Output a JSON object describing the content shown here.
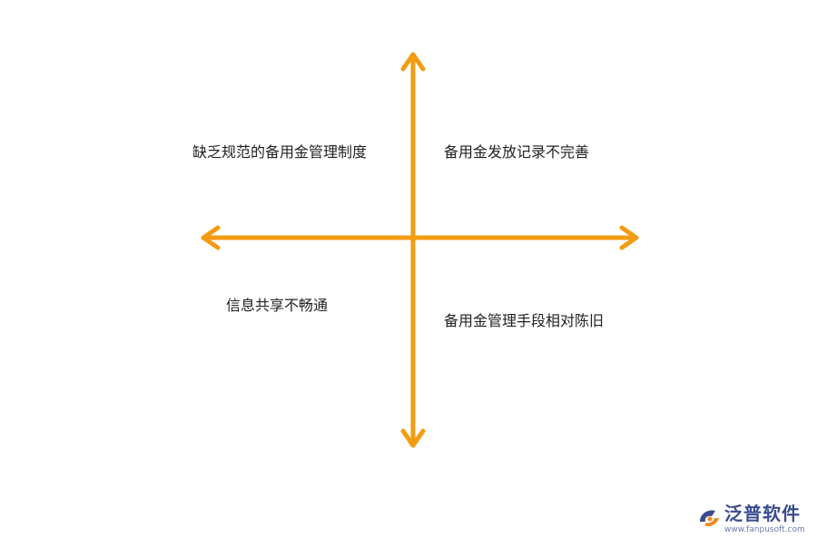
{
  "quadrants": {
    "top_left": "缺乏规范的备用金管理制度",
    "top_right": "备用金发放记录不完善",
    "bottom_left": "信息共享不畅通",
    "bottom_right": "备用金管理手段相对陈旧"
  },
  "brand": {
    "name": "泛普软件",
    "url": "www.fanpusoft.com"
  },
  "colors": {
    "axis": "#F39C12",
    "text": "#222222",
    "brand_blue": "#3a4c8e",
    "brand_orange": "#F08A24"
  }
}
